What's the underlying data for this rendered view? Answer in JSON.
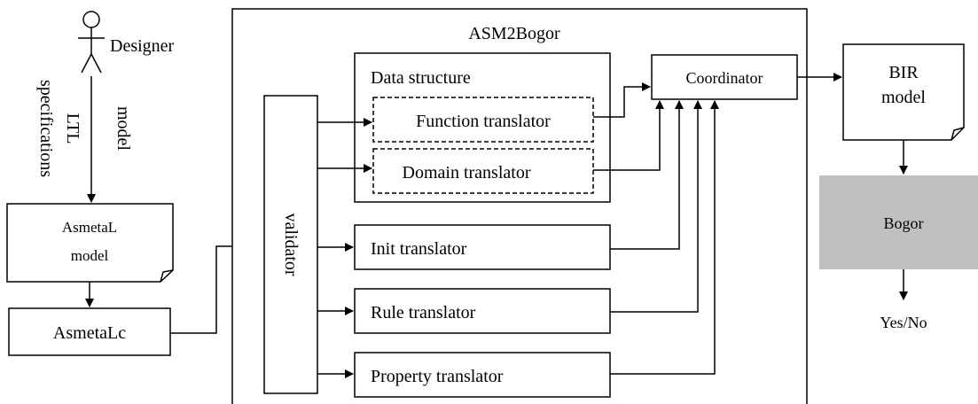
{
  "actor": {
    "label": "Designer"
  },
  "inputs": {
    "ltl": "LTL",
    "specifications": "specifications",
    "model": "model"
  },
  "asmetal_model": {
    "line1": "AsmetaL",
    "line2": "model"
  },
  "asmetalc": {
    "label": "AsmetaLc"
  },
  "asm2bogor": {
    "title": "ASM2Bogor"
  },
  "validator": {
    "label": "validator"
  },
  "data_structure": {
    "label": "Data structure"
  },
  "translators": {
    "function": "Function translator",
    "domain": "Domain translator",
    "init": "Init translator",
    "rule": "Rule translator",
    "property": "Property translator"
  },
  "coordinator": {
    "label": "Coordinator"
  },
  "bir_model": {
    "line1": "BIR",
    "line2": "model"
  },
  "bogor": {
    "label": "Bogor",
    "fill": "#c0c0c0"
  },
  "result": {
    "label": "Yes/No"
  }
}
